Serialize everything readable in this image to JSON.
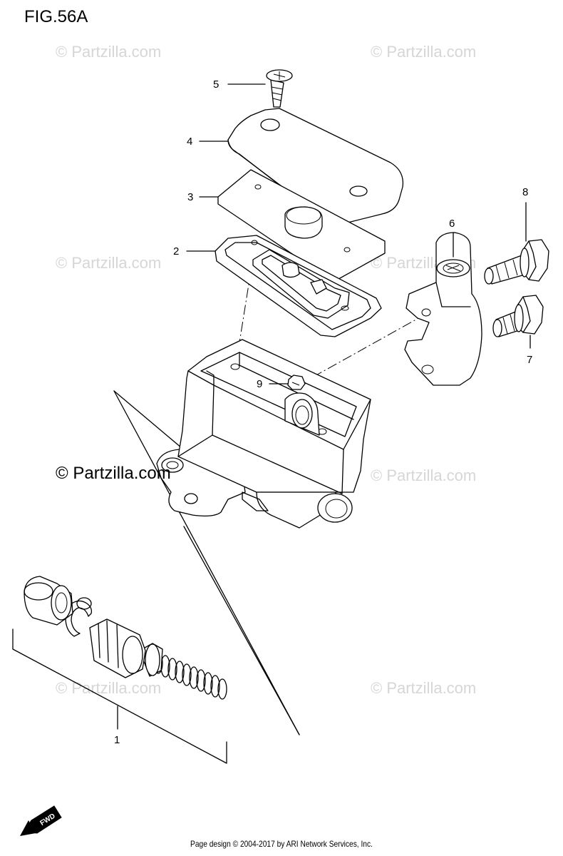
{
  "figure_title": "FIG.56A",
  "watermark_text": "© Partzilla.com",
  "footer_text": "Page design © 2004-2017 by ARI Network Services, Inc.",
  "fwd_label": "FWD",
  "callouts": [
    {
      "id": "1",
      "label": "1"
    },
    {
      "id": "2",
      "label": "2"
    },
    {
      "id": "3",
      "label": "3"
    },
    {
      "id": "4",
      "label": "4"
    },
    {
      "id": "5",
      "label": "5"
    },
    {
      "id": "6",
      "label": "6"
    },
    {
      "id": "7",
      "label": "7"
    },
    {
      "id": "8",
      "label": "8"
    },
    {
      "id": "9",
      "label": "9"
    }
  ]
}
